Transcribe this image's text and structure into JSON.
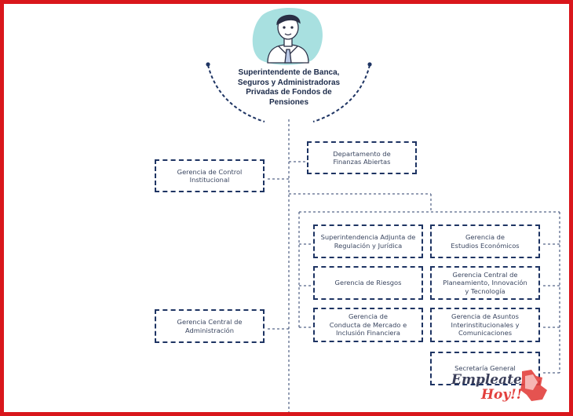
{
  "superintendent": {
    "title": "Superintendente de Banca,\nSeguros y Administradoras\nPrivadas de Fondos de\nPensiones"
  },
  "units": {
    "finanzas_abiertas": "Departamento de\nFinanzas Abiertas",
    "control_institucional": "Gerencia de Control\nInstitucional",
    "sup_adjunta_regulacion": "Superintendencia Adjunta de\nRegulación y Jurídica",
    "estudios_economicos": "Gerencia de\nEstudios Económicos",
    "riesgos": "Gerencia de Riesgos",
    "planeamiento": "Gerencia Central de\nPlaneamiento, Innovación\ny Tecnología",
    "central_administracion": "Gerencia Central de\nAdministración",
    "conducta_mercado": "Gerencia de\nConducta de Mercado e\nInclusión Financiera",
    "asuntos_interinstitucionales": "Gerencia de Asuntos\nInterinstitucionales y\nComunicaciones",
    "secretaria_general": "Secretaría General"
  },
  "watermark": {
    "line1": "Empleate",
    "line2": "Hoy!!"
  },
  "colors": {
    "frame": "#d9161c",
    "box_border": "#1e3463",
    "connector": "#2b3f6b",
    "avatar_bg": "#a8e0e0"
  }
}
